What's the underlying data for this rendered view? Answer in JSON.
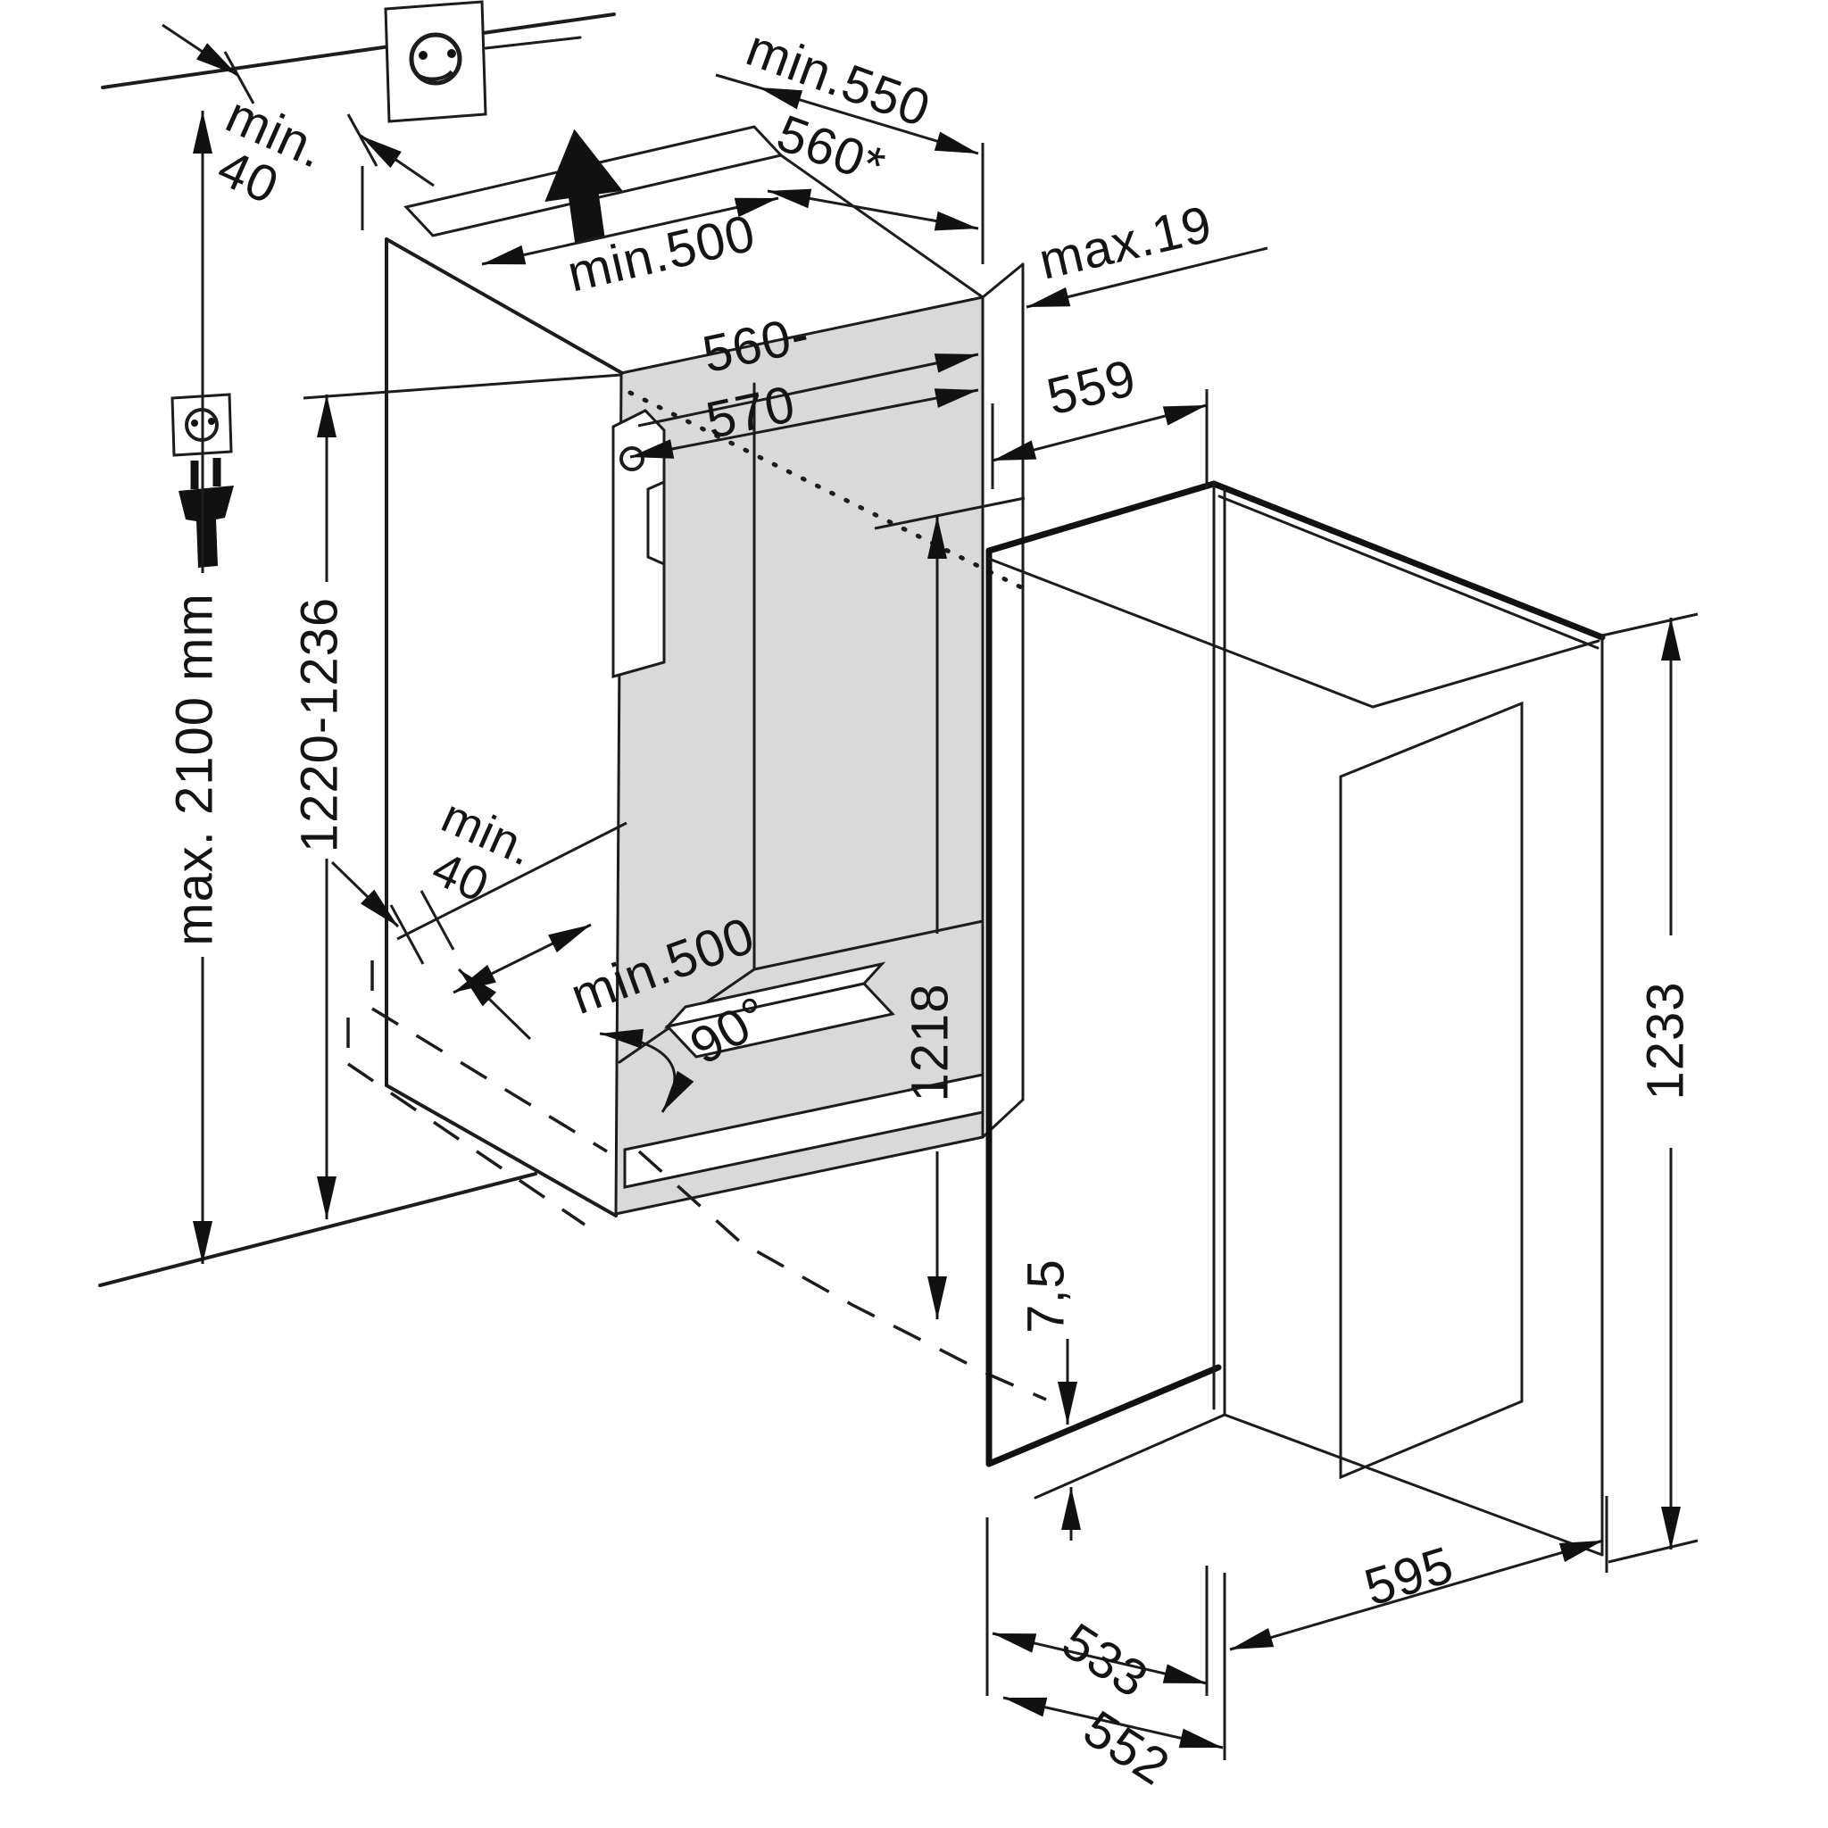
{
  "diagram": {
    "kind": "built-in appliance installation dimension drawing",
    "units": "mm",
    "colors": {
      "line": "#1c1c1c",
      "interior_shading": "#d9d9d9",
      "background": "#ffffff"
    },
    "icons": {
      "socket": "power-socket-icon",
      "plug": "power-plug-icon",
      "airflow": "airflow-up-arrow"
    }
  },
  "labels": {
    "min40_top_l1": "min.",
    "min40_top_l2": "40",
    "min500_top": "min.500",
    "min550": "min.550",
    "s560star": "560*",
    "max19": "max.19",
    "s560range": "560-",
    "s570": "570",
    "s559": "559",
    "max2100": "max. 2100 mm",
    "h1220_1236": "1220-1236",
    "min40_mid_l1": "min.",
    "min40_mid_l2": "40",
    "min500_bottom": "min.500",
    "angle90": "90°",
    "h1218": "1218",
    "h1233": "1233",
    "d7_5": "7,5",
    "d533": "533",
    "d552": "552",
    "d595": "595"
  }
}
